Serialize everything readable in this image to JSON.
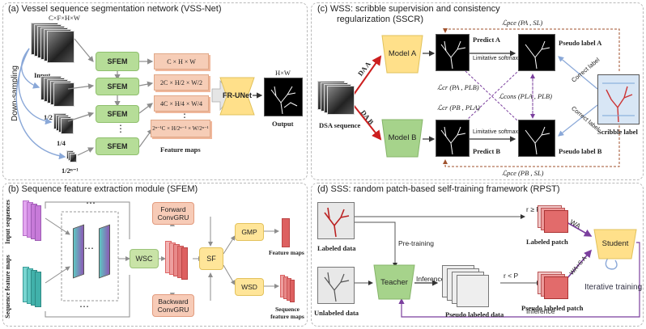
{
  "panels": {
    "a": {
      "title": "(a) Vessel sequence segmentation network (VSS-Net)"
    },
    "b": {
      "title": "(b) Sequence feature extraction module (SFEM)"
    },
    "c": {
      "title_line1": "(c) WSS: scribble supervision and consistency",
      "title_line2": "regularization (SSCR)"
    },
    "d": {
      "title": "(d) SSS: random patch-based self-training framework (RPST)"
    }
  },
  "a": {
    "input_dims": "C×F×H×W",
    "input_label": "Input",
    "downsampling_label": "Down-sampling",
    "scale_labels": [
      "1/2",
      "1/4",
      "1/2ⁿ⁻¹"
    ],
    "sfem_label": "SFEM",
    "feature_maps": [
      "C × H × W",
      "2C × H/2 × W/2",
      "4C × H/4 × W/4",
      "2ⁿ⁻¹C × H/2ⁿ⁻¹ × W/2ⁿ⁻¹"
    ],
    "feature_maps_label": "Feature maps",
    "frunet_label": "FR-UNet",
    "output_dims": "H×W",
    "output_label": "Output",
    "dots": "⋮"
  },
  "b": {
    "input_sequences": "Input sequences",
    "sequence_feature_maps": "Sequence feature maps",
    "wsc": "WSC",
    "forward_convgru": [
      "Forward",
      "ConvGRU"
    ],
    "backward_convgru": [
      "Backward",
      "ConvGRU"
    ],
    "sf": "SF",
    "gmp": "GMP",
    "wsd": "WSD",
    "feature_maps": "Feature maps",
    "sequence_feature_maps_out": "Sequence feature maps",
    "ellipsis": "⋯"
  },
  "c": {
    "dsa_sequence": "DSA sequence",
    "da_a": "DA A",
    "da_b": "DA B",
    "model_a": "Model A",
    "model_b": "Model B",
    "predict_a": "Predict A",
    "predict_b": "Predict B",
    "pseudo_label_a": "Pseudo label A",
    "pseudo_label_b": "Pseudo label B",
    "limitative_softmax_a": "Limitative softmax",
    "limitative_softmax_b": "Limitative softmax",
    "scribble_label": "Scribble label",
    "correct_label_a": "Correct label",
    "correct_label_b": "Correct label",
    "loss_pce_a": "ℒpce (PA , SL)",
    "loss_pce_b": "ℒpce (PB , SL)",
    "loss_cr_a": "ℒcr (PA , PLB)",
    "loss_cr_b": "ℒcr (PB , PLA)",
    "loss_cons": "ℒcons (PLA , PLB)"
  },
  "d": {
    "labeled_data": "Labeled data",
    "unlabeled_data": "Unlabeled data",
    "pretraining": "Pre-training",
    "teacher": "Teacher",
    "inference_1": "Inference",
    "pseudo_labeled_data": "Pseudo labeled data",
    "r_ge_p": "r ≥ P",
    "r_lt_p": "r < P",
    "labeled_patch": "Labeled patch",
    "pseudo_labeled_patch": "Pseudo labeled patch",
    "wa": "WA",
    "wa_s_a": "WA+S A",
    "student": "Student",
    "iterative_training": "Iterative training",
    "inference_2": "Inference"
  },
  "colors": {
    "sfem": "#b6dd98",
    "feature_map": "#f6cdb7",
    "frunet": "#ffe08a",
    "model_a": "#ffe08a",
    "model_b": "#a6d38b",
    "student": "#ffe08a",
    "teacher": "#a6d38b",
    "purple_arrow": "#7b3f9e",
    "red_arrow": "#cc1f1f",
    "blue_arrow": "#8fa9d9",
    "brown_dash": "#a0522d"
  }
}
